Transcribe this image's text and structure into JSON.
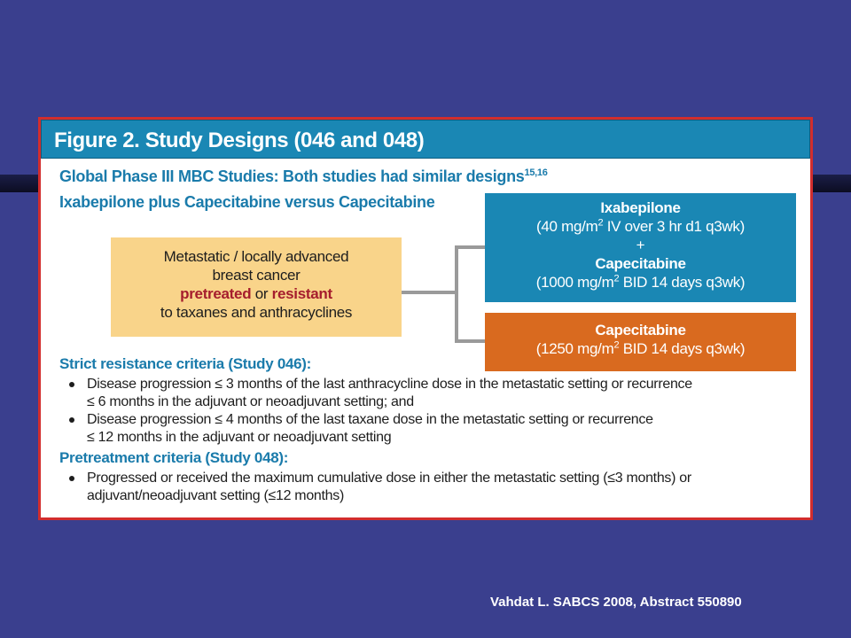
{
  "figure": {
    "title": "Figure 2. Study Designs (046 and 048)",
    "subtitle_line1": "Global Phase III MBC Studies: Both studies had similar designs",
    "subtitle_line1_refs": "15,16",
    "subtitle_line2": "Ixabepilone plus Capecitabine versus Capecitabine"
  },
  "population_box": {
    "line1": "Metastatic / locally advanced",
    "line2": "breast cancer",
    "pretreated": "pretreated",
    "or": " or ",
    "resistant": "resistant",
    "line4": "to taxanes and anthracyclines"
  },
  "arm_combination": {
    "drug1": "Ixabepilone",
    "dose1_prefix": "(40 mg/m",
    "dose1_exp": "2",
    "dose1_suffix": " IV over 3 hr d1 q3wk)",
    "plus": "+",
    "drug2": "Capecitabine",
    "dose2_prefix": "(1000 mg/m",
    "dose2_exp": "2",
    "dose2_suffix": " BID 14 days q3wk)"
  },
  "arm_mono": {
    "drug": "Capecitabine",
    "dose_prefix": "(1250 mg/m",
    "dose_exp": "2",
    "dose_suffix": " BID 14 days q3wk)"
  },
  "strict_criteria": {
    "heading": "Strict resistance criteria (Study 046):",
    "items": [
      {
        "line1": "Disease progression ≤ 3 months of the last anthracycline dose in the metastatic setting or recurrence",
        "line2": "≤ 6 months in the adjuvant or neoadjuvant setting; and"
      },
      {
        "line1": "Disease progression ≤ 4 months of the last taxane dose in the metastatic setting or recurrence",
        "line2": "≤ 12 months in the adjuvant or neoadjuvant setting"
      }
    ]
  },
  "pretreatment_criteria": {
    "heading": "Pretreatment criteria (Study 048):",
    "items": [
      {
        "line1": "Progressed or received the maximum cumulative dose in either the metastatic setting (≤3 months) or",
        "line2": "adjuvant/neoadjuvant setting (≤12 months)"
      }
    ]
  },
  "citation": "Vahdat L. SABCS 2008, Abstract 550890",
  "colors": {
    "slide_background": "#3a3f8e",
    "frame_border": "#d22d2d",
    "header_blue": "#1a87b4",
    "heading_blue": "#1a7bab",
    "population_fill": "#f9d48a",
    "emphasis_red": "#a51d2d",
    "combination_arm": "#1a87b4",
    "mono_arm": "#d96a1f",
    "connector": "#9a9a9a"
  }
}
